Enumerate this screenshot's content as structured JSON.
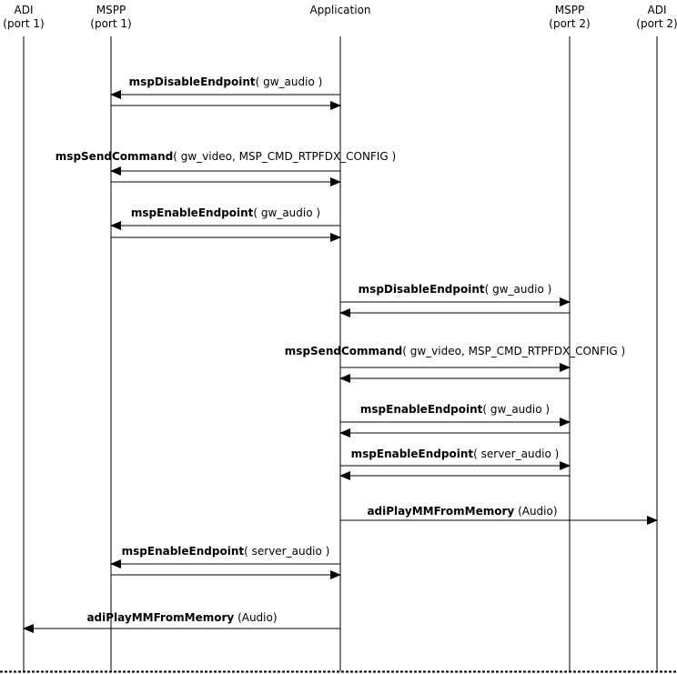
{
  "participants": [
    {
      "id": "adi1",
      "name": "ADI",
      "port": "(port 1)"
    },
    {
      "id": "mspp1",
      "name": "MSPP",
      "port": "(port 1)"
    },
    {
      "id": "app",
      "name": "Application",
      "port": ""
    },
    {
      "id": "mspp2",
      "name": "MSPP",
      "port": "(port 2)"
    },
    {
      "id": "adi2",
      "name": "ADI",
      "port": "(port 2)"
    }
  ],
  "messages": [
    {
      "fn": "mspDisableEndpoint",
      "args": "( gw_audio )",
      "from": "app",
      "to": "mspp1",
      "reply": true
    },
    {
      "fn": "mspSendCommand",
      "args": "( gw_video, MSP_CMD_RTPFDX_CONFIG )",
      "from": "app",
      "to": "mspp1",
      "reply": true
    },
    {
      "fn": "mspEnableEndpoint",
      "args": "( gw_audio )",
      "from": "app",
      "to": "mspp1",
      "reply": true
    },
    {
      "fn": "mspDisableEndpoint",
      "args": "( gw_audio )",
      "from": "app",
      "to": "mspp2",
      "reply": true
    },
    {
      "fn": "mspSendCommand",
      "args": "( gw_video, MSP_CMD_RTPFDX_CONFIG )",
      "from": "app",
      "to": "mspp2",
      "reply": true
    },
    {
      "fn": "mspEnableEndpoint",
      "args": "( gw_audio )",
      "from": "app",
      "to": "mspp2",
      "reply": true
    },
    {
      "fn": "mspEnableEndpoint",
      "args": "( server_audio )",
      "from": "app",
      "to": "mspp2",
      "reply": true
    },
    {
      "fn": "adiPlayMMFromMemory",
      "args": " (Audio)",
      "from": "app",
      "to": "adi2",
      "reply": false
    },
    {
      "fn": "mspEnableEndpoint",
      "args": "( server_audio )",
      "from": "app",
      "to": "mspp1",
      "reply": true
    },
    {
      "fn": "adiPlayMMFromMemory",
      "args": " (Audio)",
      "from": "app",
      "to": "adi1",
      "reply": false
    }
  ]
}
